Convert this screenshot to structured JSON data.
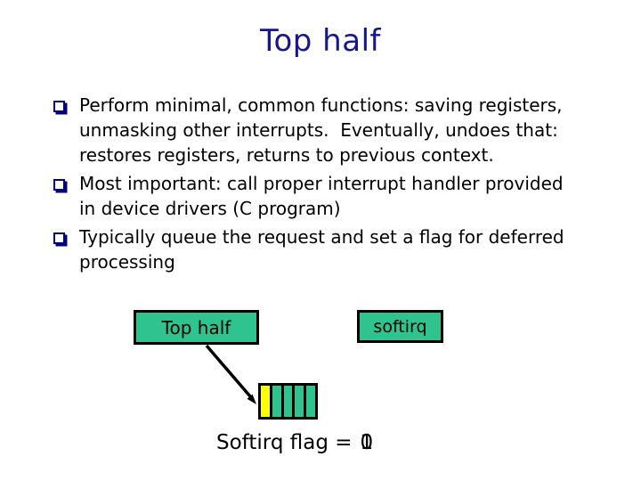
{
  "title": "Top half",
  "colors": {
    "title_text": "#17178C",
    "bullet_square": "#00007E",
    "body_text": "#000000",
    "box_fill": "#2FC48F",
    "box_border": "#000000",
    "cell_set": "#FFFF00",
    "cell_unset": "#2FC48F"
  },
  "bullets": [
    {
      "lines": [
        "Perform minimal, common functions: saving registers,",
        "unmasking other interrupts.  Eventually, undoes that:",
        "restores registers, returns to previous context."
      ]
    },
    {
      "lines": [
        "Most important: call proper interrupt handler provided",
        "in device drivers (C program)"
      ]
    },
    {
      "lines": [
        "Typically queue the request and set a flag for deferred",
        "processing"
      ]
    }
  ],
  "diagram": {
    "top_half_box_label": "Top half",
    "softirq_box_label": "softirq",
    "array": {
      "cell_styles": [
        "background:#FFFF00",
        "background:#2FC48F",
        "background:#2FC48F",
        "background:#2FC48F",
        "background:#2FC48F"
      ]
    },
    "flag_caption": {
      "label": "Softirq flag =",
      "digit_front": "0",
      "digit_behind": "1"
    }
  }
}
